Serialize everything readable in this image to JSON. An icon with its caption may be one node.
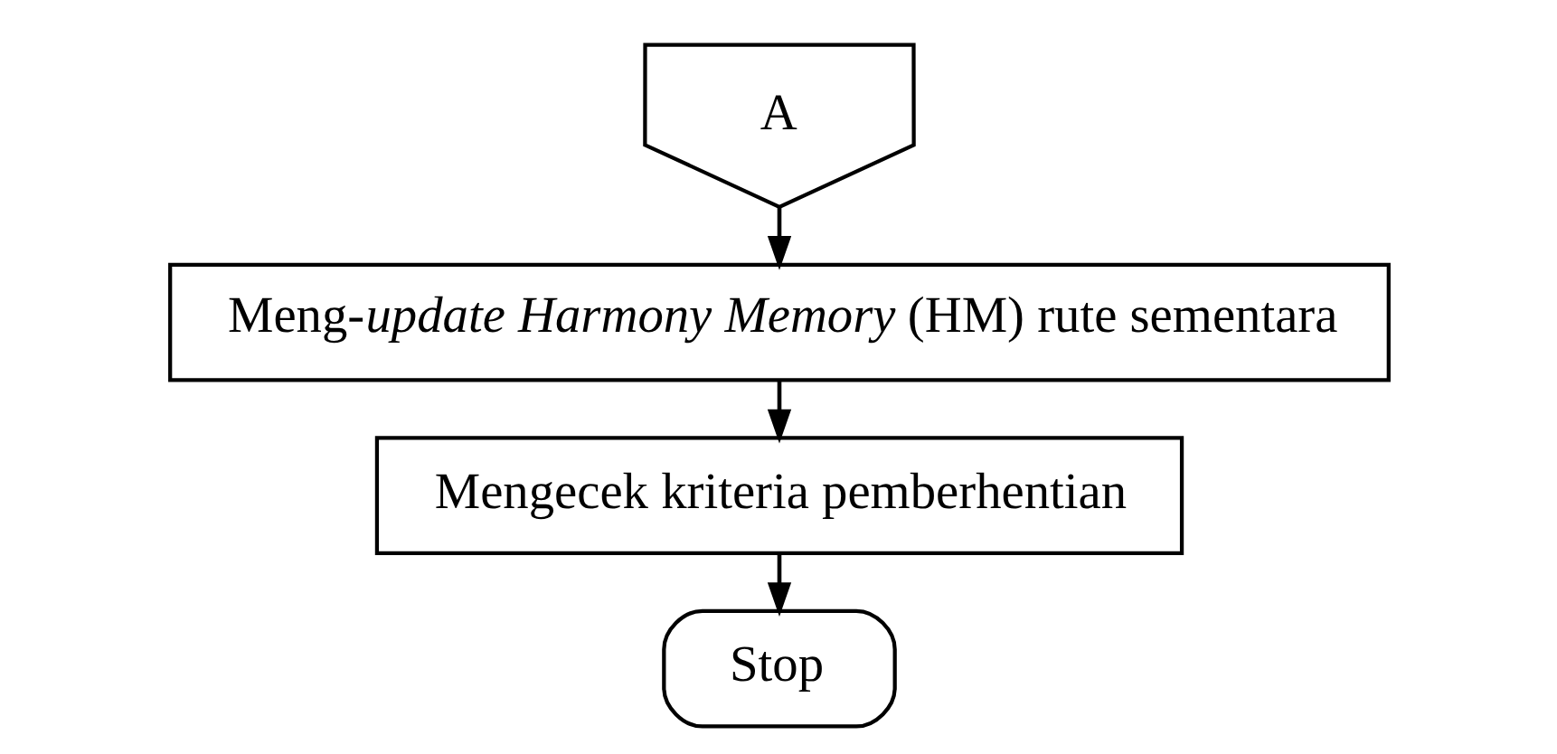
{
  "diagram": {
    "nodes": [
      {
        "text": [
          "A"
        ]
      },
      {
        "text": [
          "Meng-*update Harmony Memory* (HM) rute sementara"
        ]
      },
      {
        "text": [
          "Mengecek kriteria pemberhentian"
        ]
      },
      {
        "text": [
          "Stop"
        ]
      }
    ],
    "edges": [
      {
        "from": 0,
        "to": 1,
        "arrow": "to"
      },
      {
        "from": 1,
        "to": 2,
        "arrow": "to"
      },
      {
        "from": 2,
        "to": 3,
        "arrow": "to"
      }
    ]
  }
}
